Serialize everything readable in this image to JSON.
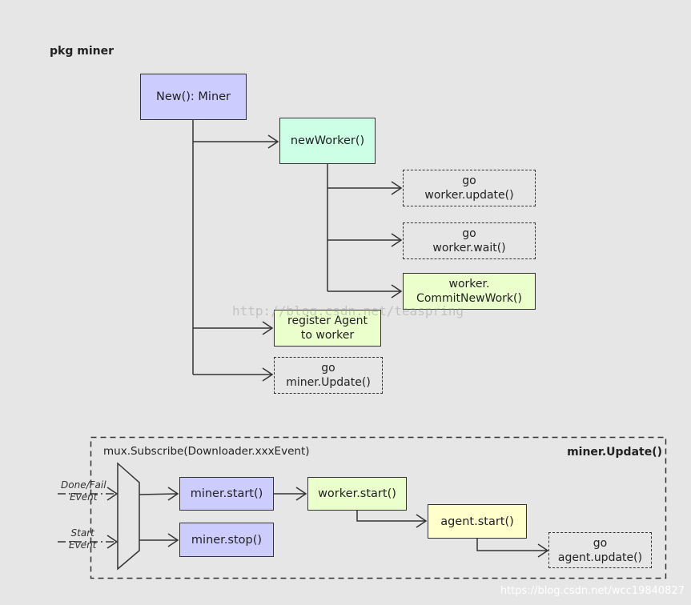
{
  "pkg_title": "pkg miner",
  "top": {
    "new_miner": "New(): Miner",
    "new_worker": "newWorker()",
    "worker_update": [
      "go",
      "worker.update()"
    ],
    "worker_wait": [
      "go",
      "worker.wait()"
    ],
    "commit_new_work": [
      "worker.",
      "CommitNewWork()"
    ],
    "register_agent": [
      "register Agent",
      "to worker"
    ],
    "miner_update_go": [
      "go",
      "miner.Update()"
    ]
  },
  "bottom": {
    "container_label": "mux.Subscribe(Downloader.xxxEvent)",
    "container_title": "miner.Update()",
    "event_done_fail": [
      "Done/Fail",
      "Event"
    ],
    "event_start": [
      "Start",
      "Event"
    ],
    "miner_start": "miner.start()",
    "miner_stop": "miner.stop()",
    "worker_start": "worker.start()",
    "agent_start": "agent.start()",
    "agent_update": [
      "go",
      "agent.update()"
    ]
  },
  "watermark": "http://blog.csdn.net/teaspring",
  "footer_url": "https://blog.csdn.net/wcc19840827",
  "colors": {
    "lavender": "#ccccff",
    "mint": "#ccffe6",
    "lime": "#eaffcc",
    "yellow": "#ffffcc",
    "line": "#333333",
    "background": "#e6e6e6"
  }
}
